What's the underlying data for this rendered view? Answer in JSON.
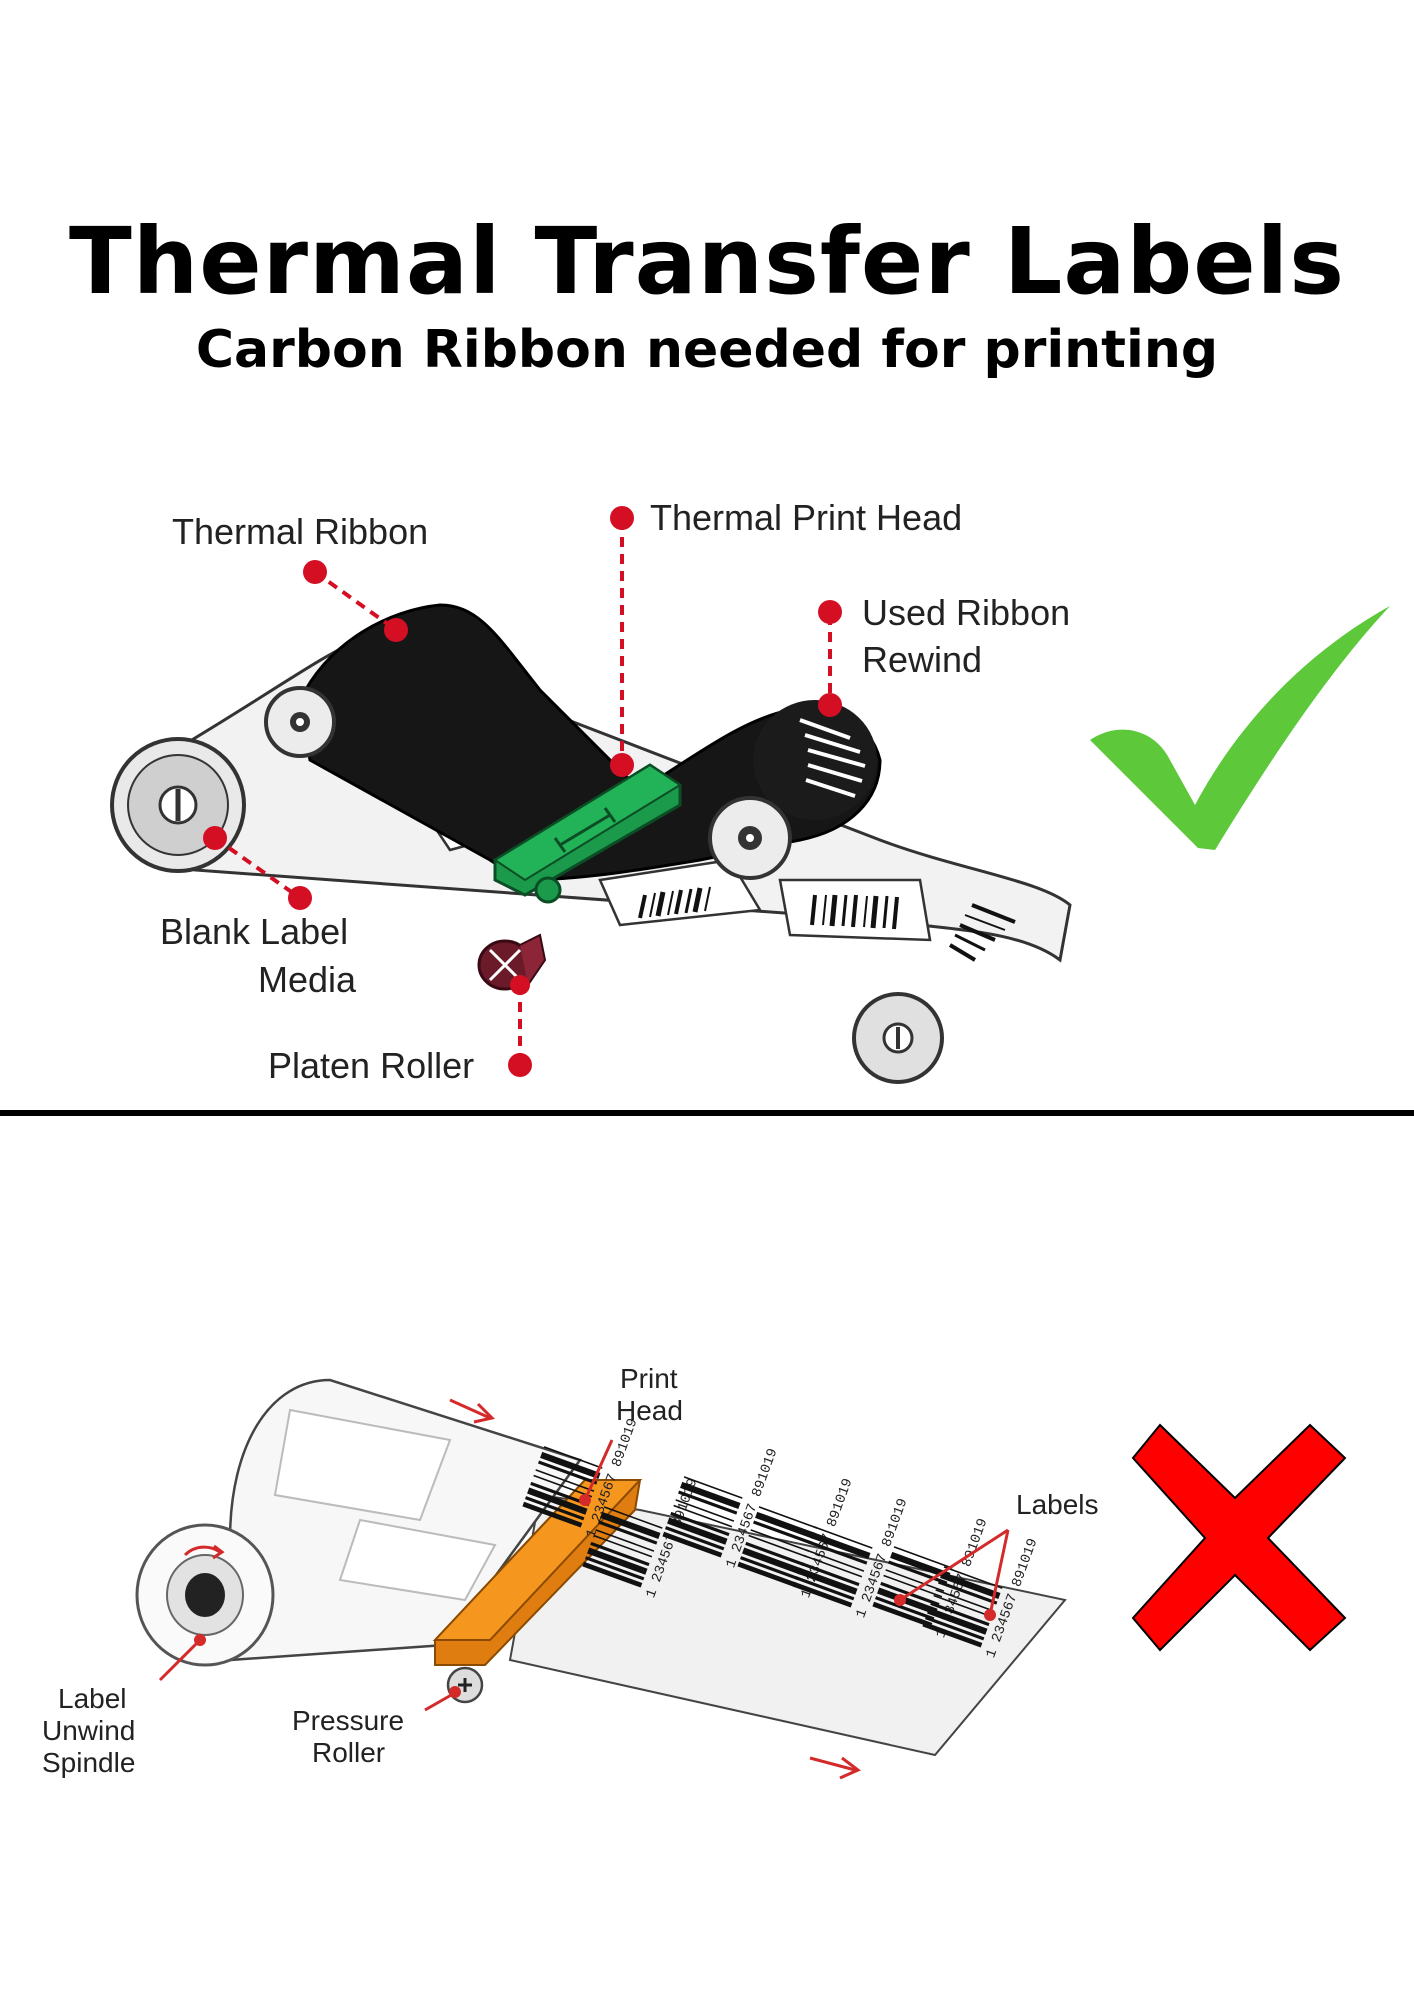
{
  "header": {
    "title": "Thermal Transfer Labels",
    "subtitle": "Carbon Ribbon needed for printing"
  },
  "top_diagram": {
    "labels": {
      "thermal_ribbon": "Thermal Ribbon",
      "thermal_print_head": "Thermal Print Head",
      "used_ribbon_line1": "Used Ribbon",
      "used_ribbon_line2": "Rewind",
      "blank_label_line1": "Blank Label",
      "blank_label_line2": "Media",
      "platen_roller": "Platen Roller"
    },
    "status_icon": "green-checkmark-icon",
    "colors": {
      "callout": "#d40f24",
      "print_head": "#1a9a4a",
      "check": "#5cc83a"
    }
  },
  "bottom_diagram": {
    "labels": {
      "print_head_line1": "Print",
      "print_head_line2": "Head",
      "labels": "Labels",
      "unwind_line1": "Label",
      "unwind_line2": "Unwind",
      "unwind_line3": "Spindle",
      "pressure_line1": "Pressure",
      "pressure_line2": "Roller"
    },
    "barcode_number": "1 234567 891019",
    "status_icon": "red-cross-icon",
    "colors": {
      "callout": "#d42a2a",
      "print_head": "#f5961e",
      "cross": "#ff0000"
    }
  }
}
